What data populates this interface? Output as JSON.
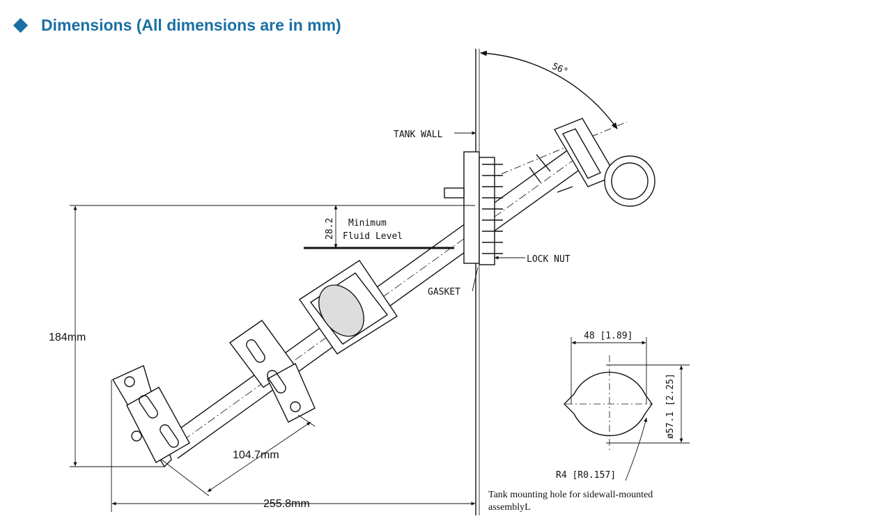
{
  "header": {
    "icon": "diamond-icon",
    "title": "Dimensions (All dimensions are in mm)",
    "accent_color": "#1a6fa3"
  },
  "drawing": {
    "angle": "56°",
    "tank_wall": "TANK WALL",
    "min_fluid_value": "28.2",
    "min_fluid_1": "Minimum",
    "min_fluid_2": "Fluid Level",
    "lock_nut": "LOCK NUT",
    "gasket": "GASKET",
    "height": "184mm",
    "arm_length": "104.7mm",
    "total_length": "255.8mm"
  },
  "hole": {
    "width": "48 [1.89]",
    "diameter": "ø57.1 [2.25]",
    "radius": "R4 [R0.157]",
    "caption_1": "Tank mounting hole for sidewall-mounted",
    "caption_2": "assemblyL"
  }
}
